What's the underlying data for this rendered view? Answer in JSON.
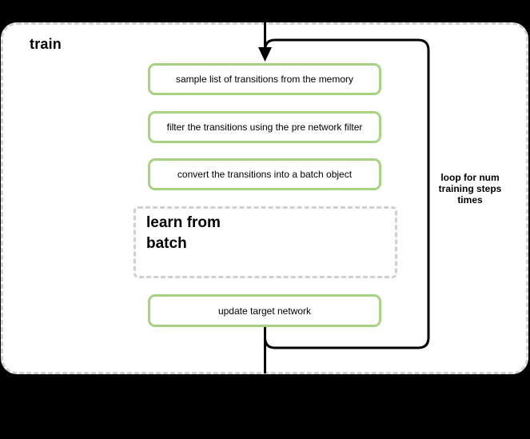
{
  "diagram": {
    "title": "train",
    "steps": [
      {
        "label": "sample list of transitions from the memory"
      },
      {
        "label": "filter the transitions using the pre network filter"
      },
      {
        "label": "convert the transitions into a batch object"
      }
    ],
    "learn_box": {
      "label": "learn from\nbatch"
    },
    "update_box": {
      "label": "update target network"
    },
    "loop_annotation": "loop for num\ntraining steps\ntimes"
  },
  "colors": {
    "background": "#000000",
    "container_fill": "#ffffff",
    "container_border": "#d2d2d2",
    "step_border": "#a5d283",
    "learn_box_border": "#cfcfcf",
    "flow_line": "#000000",
    "loop_border": "#000000",
    "text": "#000000"
  }
}
